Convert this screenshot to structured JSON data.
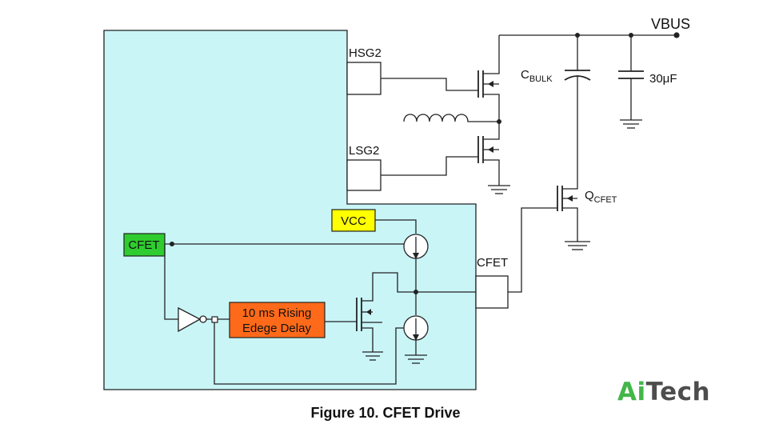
{
  "labels": {
    "hsg2": "HSG2",
    "lsg2": "LSG2",
    "vbus": "VBUS",
    "cbulk_main": "C",
    "cbulk_sub": "BULK",
    "cap_value": "30μF",
    "qcfet_main": "Q",
    "qcfet_sub": "CFET",
    "cfet_pin": "CFET"
  },
  "blocks": {
    "vcc": "VCC",
    "cfet": "CFET",
    "delay_line1": "10 ms Rising",
    "delay_line2": "Edege Delay"
  },
  "caption": "Figure 10. CFET Drive",
  "logo": {
    "part1": "Ai",
    "part2": "Tech"
  },
  "colors": {
    "chip_fill": "#c9f5f7",
    "vcc_fill": "#ffff00",
    "cfet_fill": "#2ecc2e",
    "delay_fill": "#ff6a1a",
    "logo_green": "#43b649",
    "logo_gray": "#4d4d4d"
  }
}
